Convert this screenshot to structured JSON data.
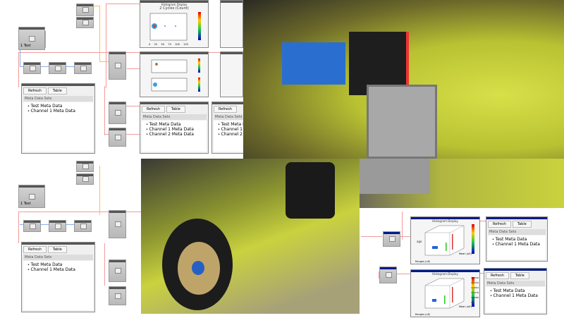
{
  "blocks": {
    "test_label": "1 Test"
  },
  "meta_panel": {
    "refresh": "Refresh",
    "table": "Table",
    "header": "Meta Data Sets",
    "items": [
      "Test Meta Data",
      "Channel 1 Meta Data",
      "Channel 2 Meta Data"
    ]
  },
  "histogram": {
    "title": "Histogram Display",
    "subtitle": "2 Cycles (Count)",
    "xaxis_3d": "Ranges (uE)",
    "yaxis_3d": "Mean (uE)",
    "x_ticks": [
      "0",
      "25",
      "50",
      "75",
      "100",
      "125"
    ],
    "colorbar_ticks": [
      "0.3440",
      "0.2752",
      "0.2064",
      "0.1376",
      "0.0688",
      "0"
    ]
  },
  "colors": {
    "wire": "#f29a9a",
    "wire_yellow": "#f3c34c",
    "wire_blue": "#86aef0",
    "car": "#c8d43a"
  }
}
